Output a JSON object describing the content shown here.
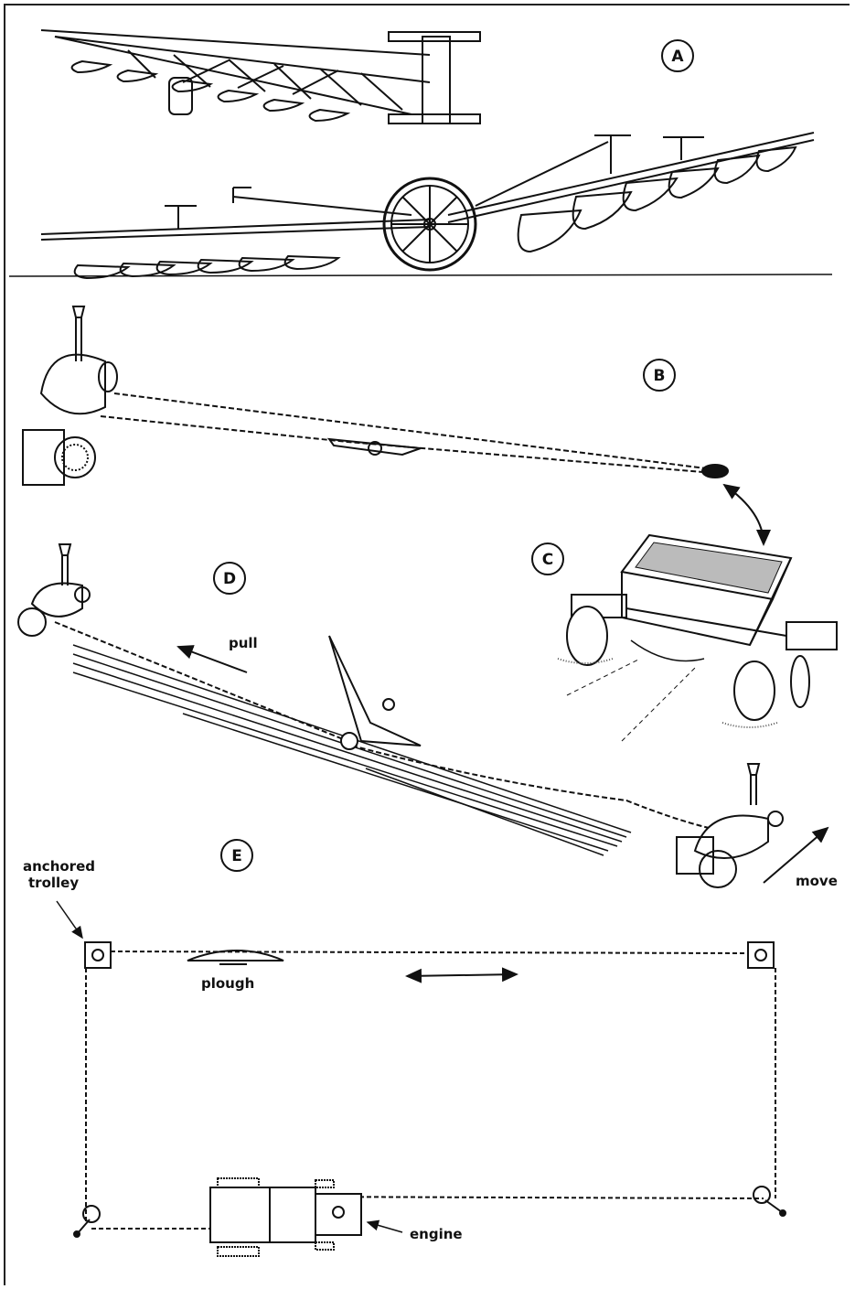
{
  "panels": {
    "a": {
      "badge": "A"
    },
    "b": {
      "badge": "B"
    },
    "c": {
      "badge": "C"
    },
    "d": {
      "badge": "D",
      "pull_label": "pull"
    },
    "e": {
      "badge": "E",
      "move_label": "move",
      "anchored_label_line1": "anchored",
      "anchored_label_line2": "trolley",
      "plough_label": "plough",
      "engine_label": "engine"
    }
  },
  "colors": {
    "ink": "#111111",
    "paper": "#ffffff",
    "soil": "#555555"
  }
}
